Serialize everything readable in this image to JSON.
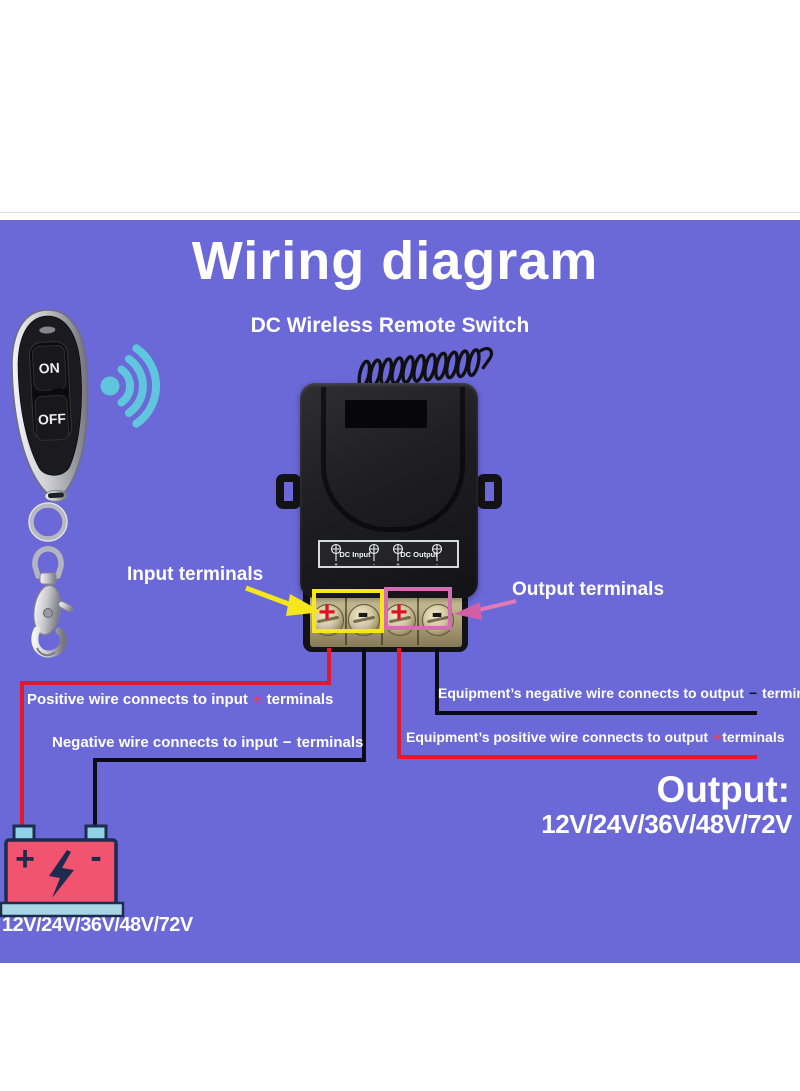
{
  "page": {
    "title": "Wiring diagram",
    "subtitle": "DC Wireless Remote Switch"
  },
  "remote": {
    "on_label": "ON",
    "off_label": "OFF"
  },
  "receiver": {
    "panel": {
      "input_label": "DC Input",
      "output_label": "DC Output",
      "screw_signs": [
        "+",
        "-",
        "+",
        "-"
      ]
    },
    "terminal_signs": [
      "+",
      "-",
      "+",
      "-"
    ]
  },
  "callouts": {
    "input": "Input terminals",
    "output": "Output terminals"
  },
  "notes": {
    "input_positive": {
      "before": "Positive wire connects to input",
      "sign": "+",
      "after": "terminals"
    },
    "input_negative": {
      "before": "Negative wire connects to input",
      "sign": "−",
      "after": "terminals"
    },
    "output_negative": {
      "before": "Equipment’s negative wire connects to output",
      "sign": "−",
      "after": "terminals"
    },
    "output_positive": {
      "before": "Equipment’s positive wire connects to output",
      "sign": "+",
      "after": "terminals"
    }
  },
  "output_block": {
    "heading": "Output:",
    "voltages": "12V/24V/36V/48V/72V"
  },
  "battery": {
    "positive": "+",
    "negative": "-",
    "label": "12V/24V/36V/48V/72V"
  },
  "colors": {
    "background_purple": "#6b68d8",
    "wire_red": "#e5182b",
    "wire_black": "#0b0b16",
    "highlight_yellow": "#f6e71c",
    "highlight_pink": "#d46eb3",
    "signal_blue": "#5fc6dd",
    "battery_pink": "#f2536f",
    "battery_navy": "#1c2b4e",
    "brass": "#b4a87e"
  }
}
